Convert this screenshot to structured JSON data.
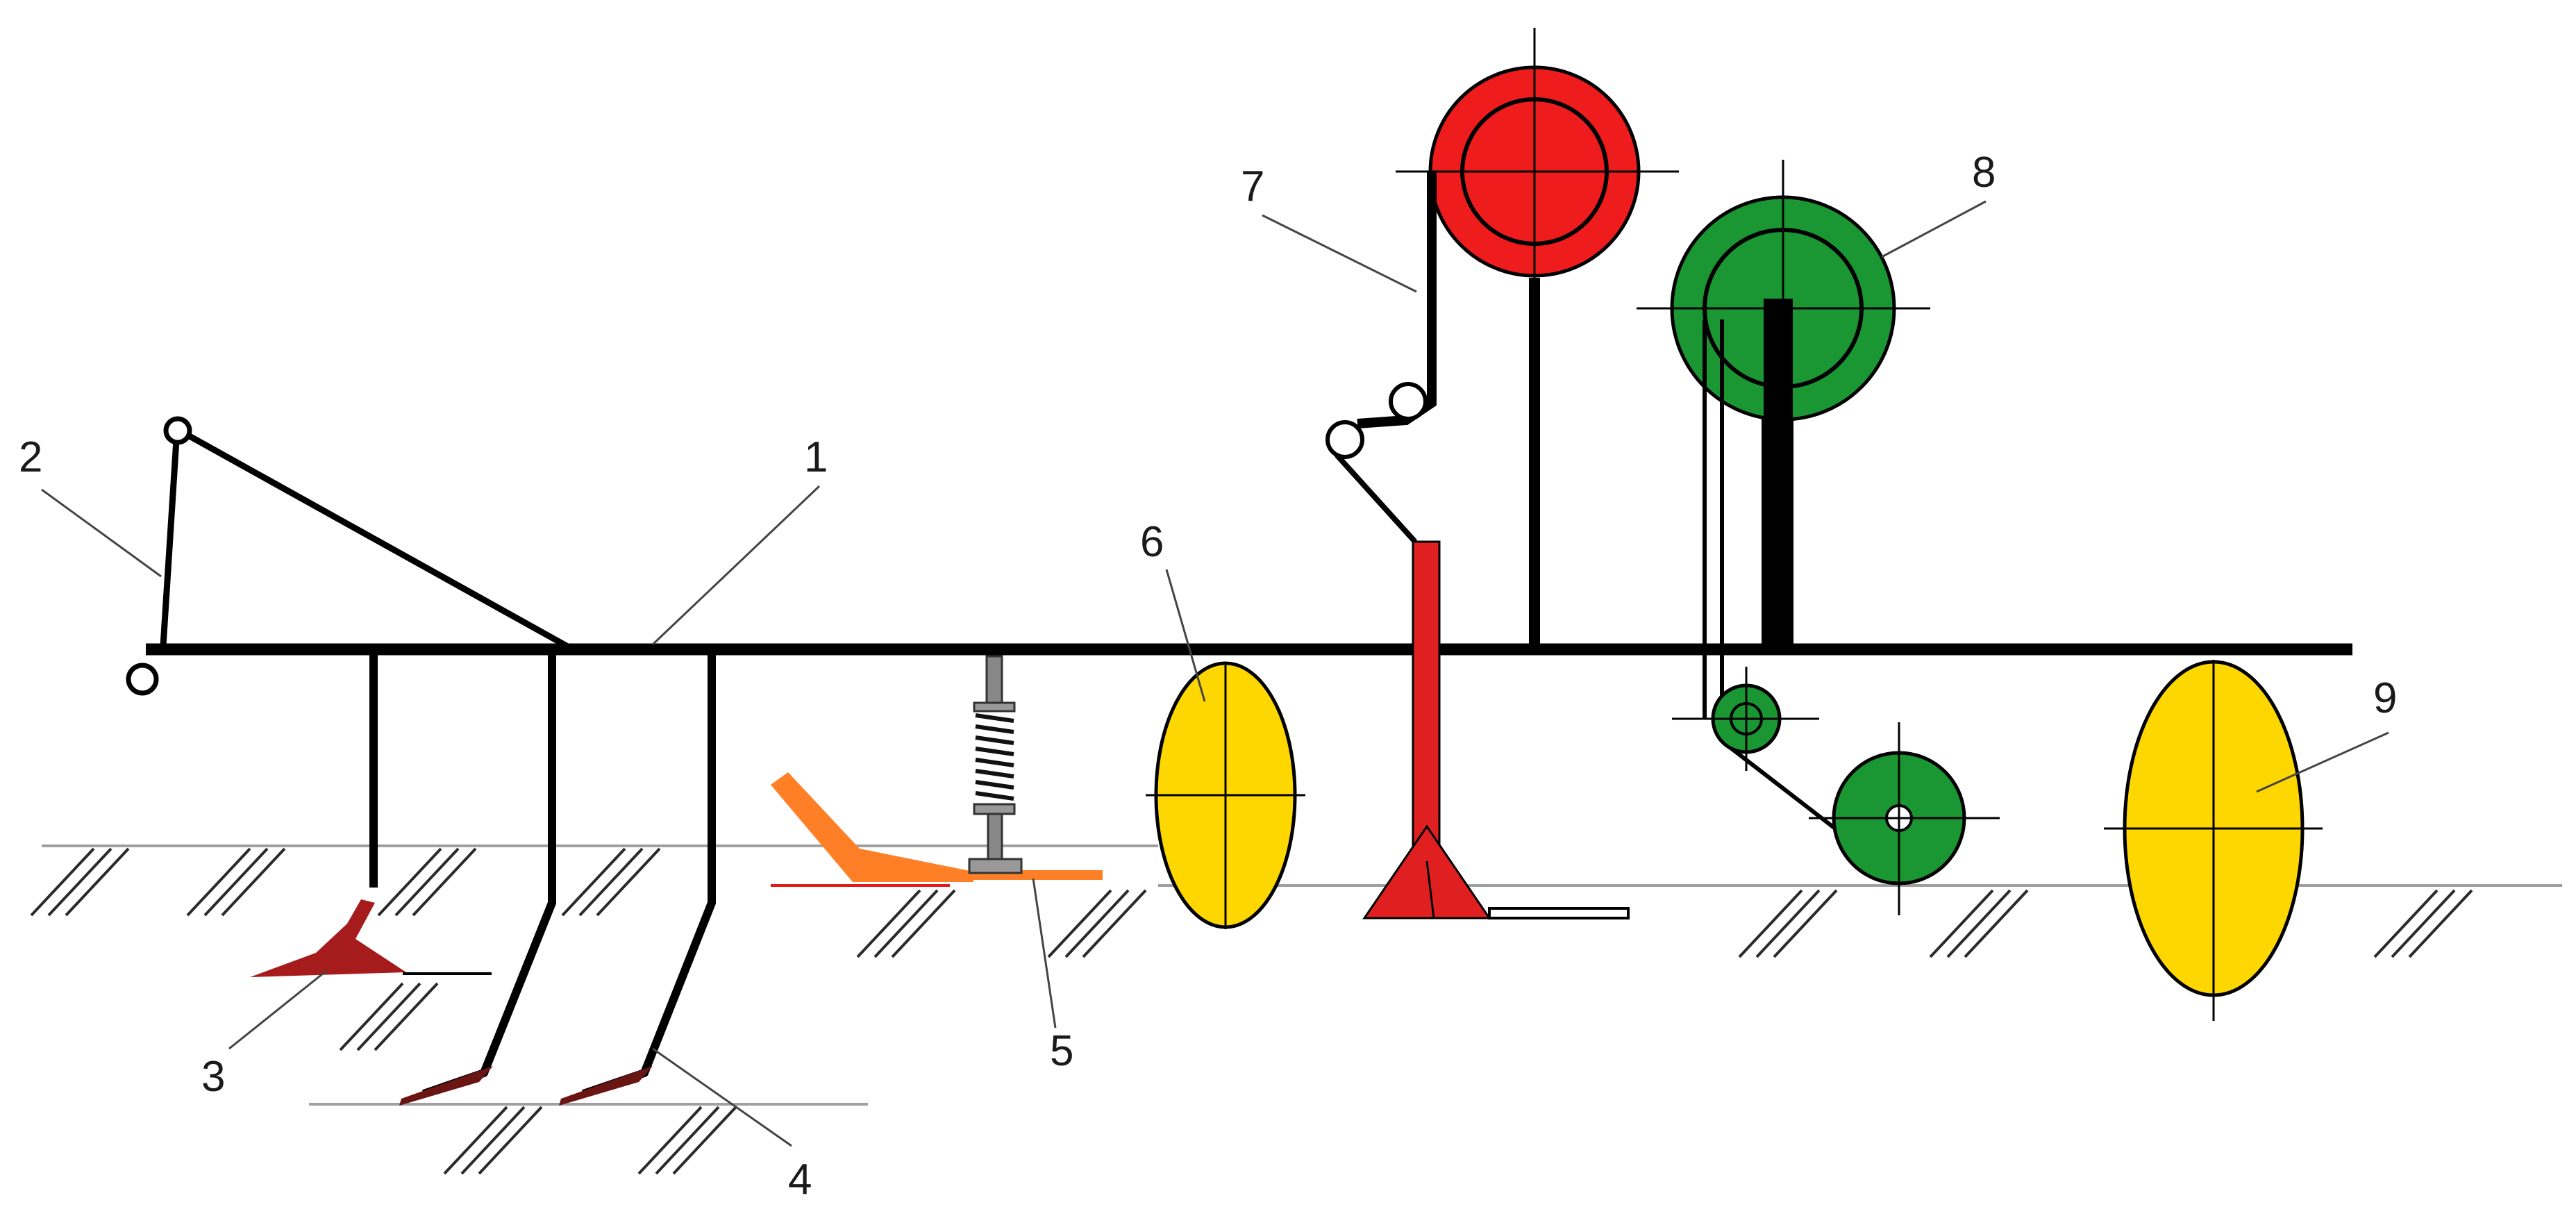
{
  "labels": {
    "l1": "1",
    "l2": "2",
    "l3": "3",
    "l4": "4",
    "l5": "5",
    "l6": "6",
    "l7": "7",
    "l8": "8",
    "l9": "9"
  },
  "colors": {
    "frame": "#000000",
    "ground_hatch": "#2a2a2a",
    "ground_line": "#a0a0a0",
    "sweep_share": "#a61c1c",
    "roller_plate": "#ff7f27",
    "support_wheel": "#ffd700",
    "seed_hopper": "#ee1c1c",
    "fert_hopper": "#1a9632",
    "opener": "#e02020"
  }
}
